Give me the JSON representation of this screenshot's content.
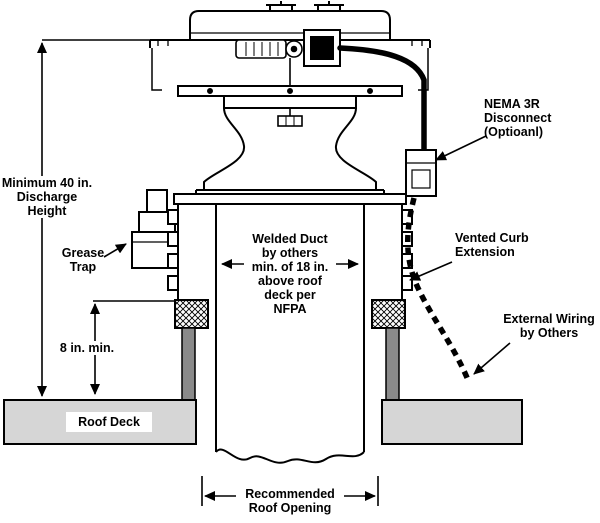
{
  "colors": {
    "line": "#000000",
    "roof_deck_fill": "#d6d6d6",
    "curb_post_fill": "#8a8a8a"
  },
  "labels": {
    "min_discharge": "Minimum 40 in.\nDischarge\nHeight",
    "grease_trap": "Grease\nTrap",
    "eight_in_min": "8 in. min.",
    "welded_duct": "Welded Duct\nby others\nmin. of 18 in.\nabove roof\ndeck per\nNFPA",
    "nema_disconnect": "NEMA 3R\nDisconnect\n(Optioanl)",
    "vented_curb": "Vented Curb\nExtension",
    "external_wiring": "External Wiring\nby Others",
    "roof_deck": "Roof Deck",
    "roof_opening": "Recommended\nRoof Opening"
  }
}
